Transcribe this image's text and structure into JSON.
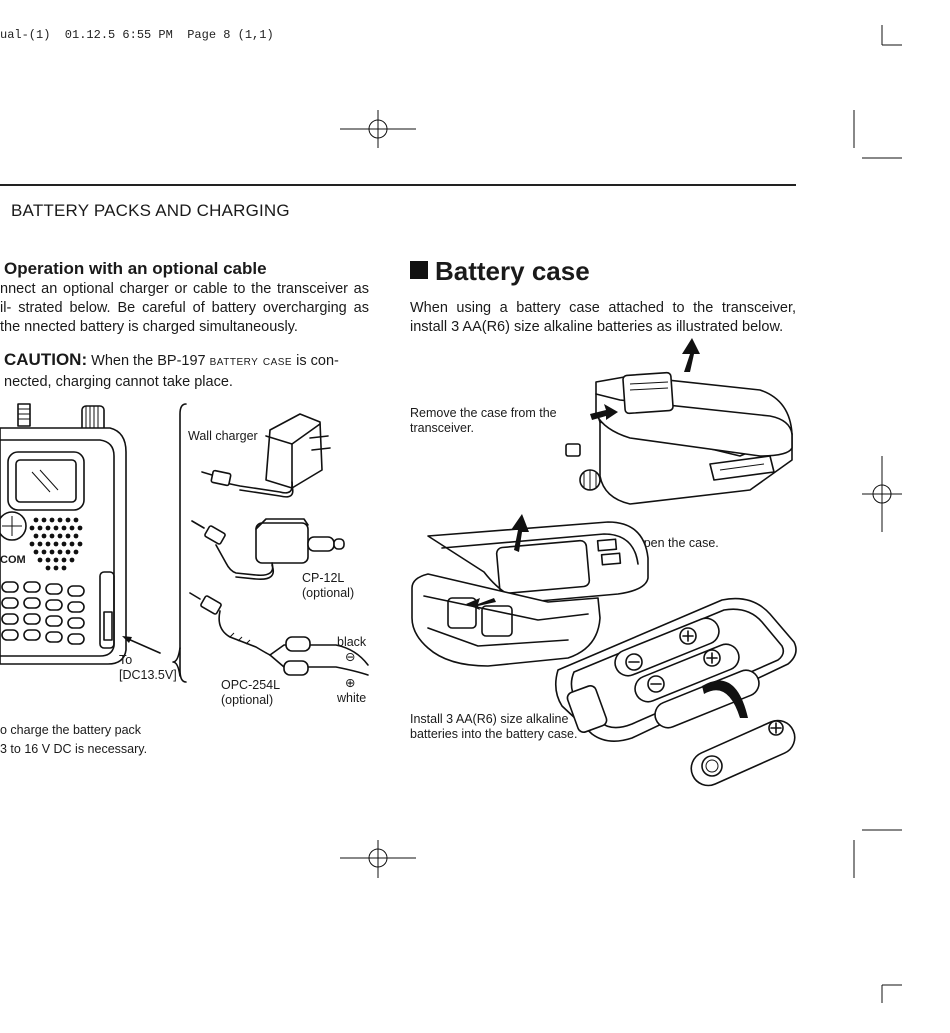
{
  "print_header": "ual-(1)  01.12.5 6:55 PM  Page 8 (1,1)",
  "section_heading": "BATTERY PACKS AND CHARGING",
  "left": {
    "subheading": "Operation with an optional cable",
    "paragraph": "nnect an optional charger or cable to the transceiver as il- strated below. Be careful of battery overcharging as the nnected battery is charged simultaneously.",
    "caution_label": "CAUTION:",
    "caution_text_1": "When the BP-197",
    "caution_smallcaps": "battery case",
    "caution_text_2": "is con- nected, charging cannot take place.",
    "diagram_labels": {
      "wall_charger": "Wall charger",
      "cp12l": "CP-12L",
      "cp12l_opt": "(optional)",
      "opc254l": "OPC-254L",
      "opc254l_opt": "(optional)",
      "black": "black",
      "white": "white",
      "to": "To",
      "dc_jack": "[DC13.5V]",
      "brand": "COM",
      "minus": "⊖",
      "plus": "⊕"
    },
    "note_line_1": "o charge the battery pack",
    "note_line_2": "3 to 16 V DC is necessary."
  },
  "right": {
    "title": "Battery case",
    "paragraph": "When using a battery case attached to the transceiver, install 3 AA(R6) size alkaline batteries as illustrated below.",
    "caption_remove": "Remove the case from the transceiver.",
    "caption_open": "Open the case.",
    "caption_install": "Install 3 AA(R6) size alkaline batteries into the battery case."
  }
}
